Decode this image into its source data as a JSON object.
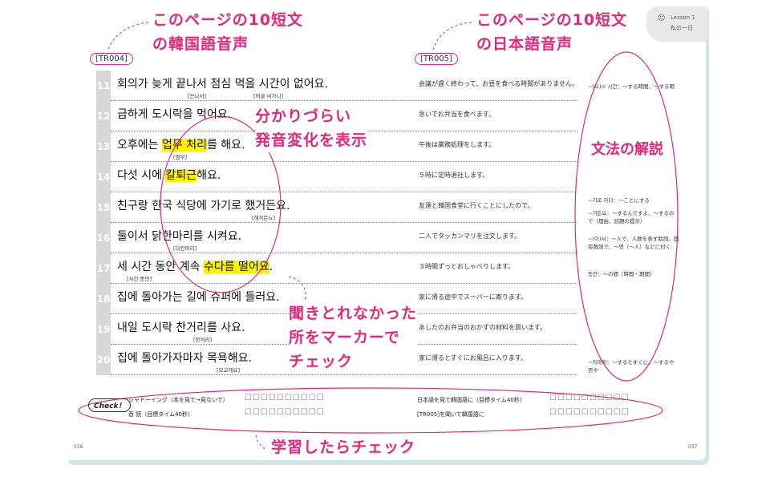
{
  "lesson": {
    "label": "Lesson 1",
    "subtitle": "私の一日"
  },
  "callouts": {
    "top_left": [
      "このページの10短文",
      "の韓国語音声"
    ],
    "top_right": [
      "このページの10短文",
      "の日本語音声"
    ],
    "pronunciation": [
      "分かりづらい",
      "発音変化を表示"
    ],
    "grammar": "文法の解説",
    "marker": [
      "聞きとれなかった",
      "所をマーカーで",
      "チェック"
    ],
    "study": "学習したらチェック"
  },
  "tracks": {
    "korean": "[TR004]",
    "japanese": "[TR005]"
  },
  "sentences": [
    {
      "num": "11",
      "kr_parts": [
        {
          "t": "회의가 늦게 끝나서 점심 먹을 시간이 없어요."
        }
      ],
      "hints": [
        "[끈나서]",
        "[머글 씨가니]"
      ],
      "jp": "会議が遅く終わって、お昼を食べる時間がありません。"
    },
    {
      "num": "12",
      "kr_parts": [
        {
          "t": "급하게 도시락을 먹어요."
        }
      ],
      "hints": [],
      "jp": "急いでお弁当を食べます。"
    },
    {
      "num": "13",
      "kr_parts": [
        {
          "t": "오후에는 "
        },
        {
          "t": "업무 처리",
          "hl": true
        },
        {
          "t": "를 해요."
        }
      ],
      "hints": [
        "[엄무]"
      ],
      "jp": "午後は業務処理をします。"
    },
    {
      "num": "14",
      "kr_parts": [
        {
          "t": "다섯 시에 "
        },
        {
          "t": "칼퇴근",
          "hl": true
        },
        {
          "t": "해요."
        }
      ],
      "hints": [],
      "jp": "５時に定時退社します。"
    },
    {
      "num": "15",
      "kr_parts": [
        {
          "t": "친구랑 한국 식당에 가기로 했거든요."
        }
      ],
      "hints": [
        "[해꺼든뇨]"
      ],
      "jp": "友達と韓国食堂に行くことにしたので。"
    },
    {
      "num": "16",
      "kr_parts": [
        {
          "t": "둘이서 닭한마리를 시켜요."
        }
      ],
      "hints": [
        "[다칸마리]"
      ],
      "jp": "二人でタッカンマリを注文します。"
    },
    {
      "num": "17",
      "kr_parts": [
        {
          "t": "세 시간 동안 계속 "
        },
        {
          "t": "수다를 떨어요",
          "hl": true
        },
        {
          "t": "."
        }
      ],
      "hints": [
        "[시간 똥안]"
      ],
      "jp": "３時間ずっとおしゃべりします。"
    },
    {
      "num": "18",
      "kr_parts": [
        {
          "t": "집에 돌아가는 길에 슈퍼에 들러요."
        }
      ],
      "hints": [],
      "jp": "家に帰る途中でスーパーに寄ります。"
    },
    {
      "num": "19",
      "kr_parts": [
        {
          "t": "내일 도시락 찬거리를 사요."
        }
      ],
      "hints": [
        "[찬꺼리]"
      ],
      "jp": "あしたのお弁当のおかずの材料を買います。"
    },
    {
      "num": "20",
      "kr_parts": [
        {
          "t": "집에 돌아가자마자 목욕해요."
        }
      ],
      "hints": [
        "[모교캐요]"
      ],
      "jp": "家に帰るとすぐにお風呂に入ります。"
    }
  ],
  "grammar_notes": [
    "~(으)ㄹ 시간：～する時間、～する暇",
    "~기로 하다：～ことにする",
    "~거든요：～するんですよ、～するので（理由、話題の提示）",
    "~(이)서：～人で、人数を表す助詞。固有数詞で、～명（～人）などに付く",
    "동안：～の間（時間・期間）",
    "~자마자：～するとすぐに、～するや否や"
  ],
  "check": {
    "badge": "Check！",
    "items": [
      "シャドーイング（本を見て→見ないで）",
      "音 読（目標タイム40秒）",
      "日本語を見て韓国語に（目標タイム40秒）",
      "[TR005]を聞いて韓国語に"
    ]
  },
  "page_numbers": {
    "left": "036",
    "right": "037"
  }
}
